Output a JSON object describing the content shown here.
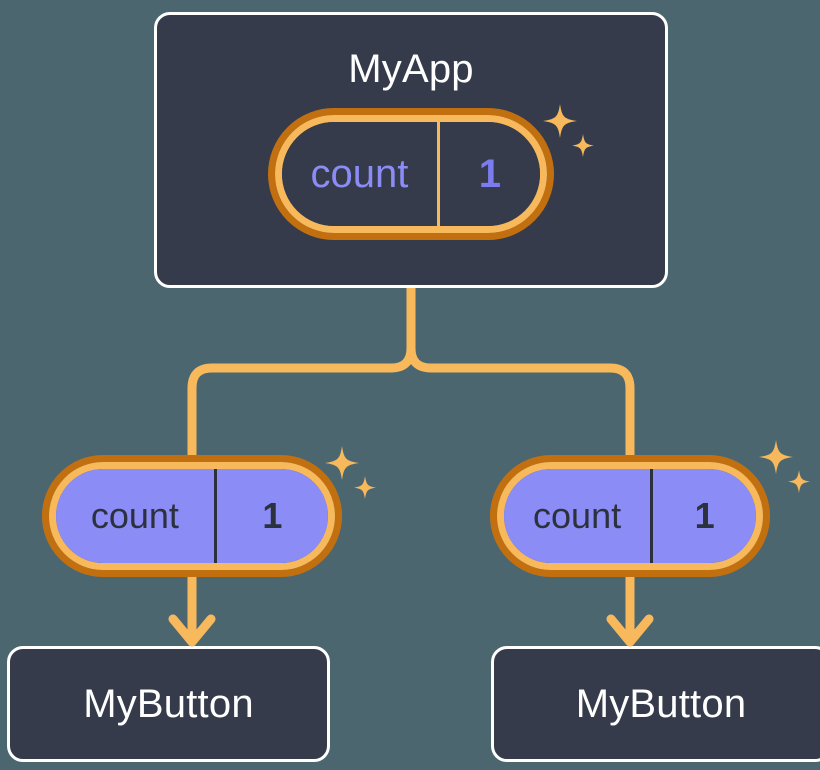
{
  "diagram": {
    "type": "component-state-tree",
    "background_color": "#4c6670",
    "accent_orange_dark": "#c2700f",
    "accent_orange_light": "#f7b95c",
    "card_background": "#353b4a",
    "card_border": "#ffffff",
    "state_fill": "#8b8cf5",
    "state_text_dark": "#2b313d",
    "state_text_purple": "#8b8cf5",
    "state_value_purple": "#7b7cf0"
  },
  "parent": {
    "title": "MyApp",
    "state": {
      "key": "count",
      "value": "1"
    }
  },
  "children": [
    {
      "state": {
        "key": "count",
        "value": "1"
      },
      "title": "MyButton"
    },
    {
      "state": {
        "key": "count",
        "value": "1"
      },
      "title": "MyButton"
    }
  ],
  "icons": {
    "sparkle_large": "sparkle-icon",
    "sparkle_small": "sparkle-small-icon",
    "arrow": "arrow-down-icon"
  }
}
